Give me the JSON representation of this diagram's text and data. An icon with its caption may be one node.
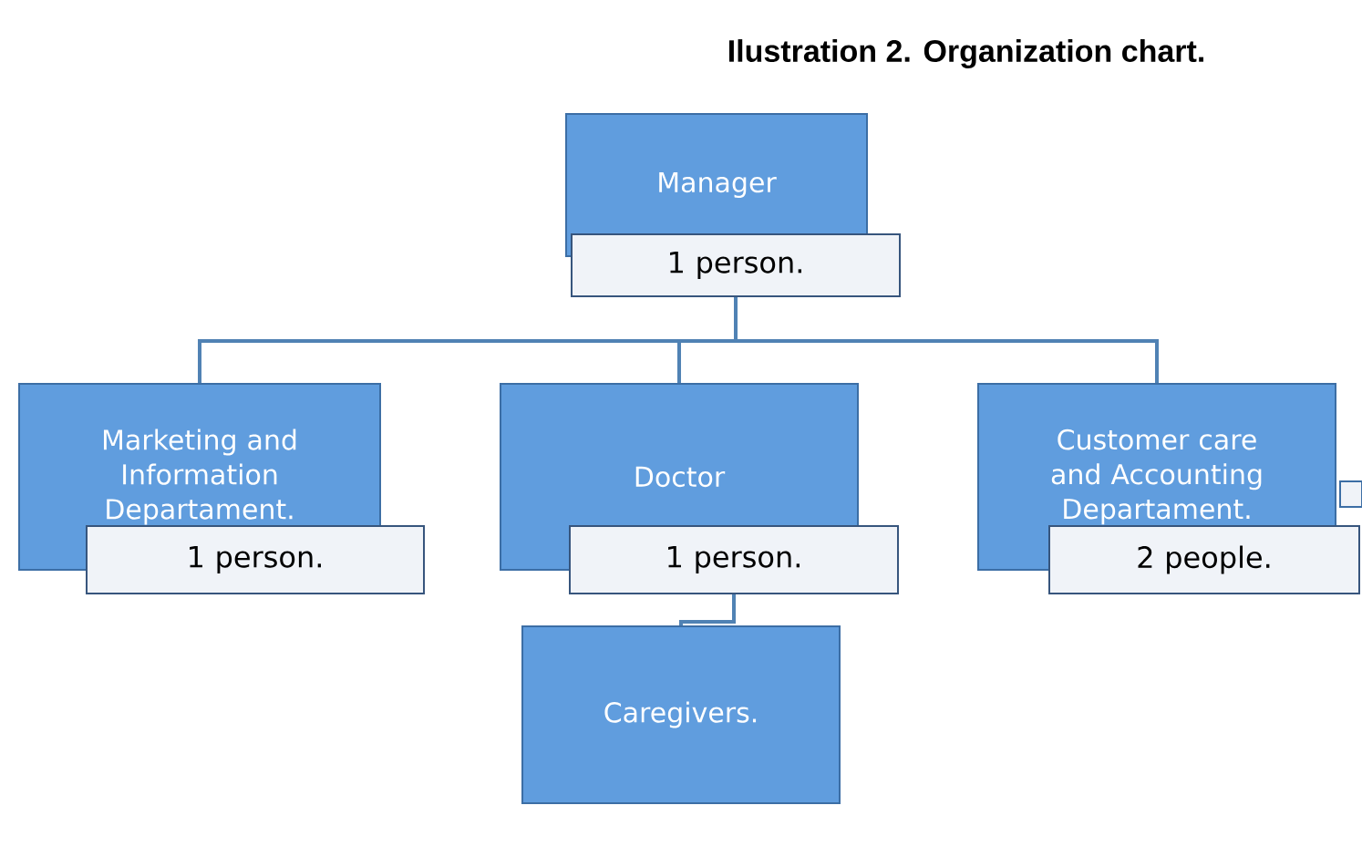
{
  "diagram": {
    "title": "Ilustration 2. Organization chart.",
    "nodes": [
      {
        "text": [
          "Manager"
        ]
      },
      {
        "text": [
          "1 person."
        ]
      },
      {
        "text": [
          "Marketing and Information Departament."
        ]
      },
      {
        "text": [
          "1 person."
        ]
      },
      {
        "text": [
          "Doctor"
        ]
      },
      {
        "text": [
          "1 person."
        ]
      },
      {
        "text": [
          "Customer care and Accounting Departament."
        ]
      },
      {
        "text": [
          "2 people."
        ]
      },
      {
        "text": [
          "Caregivers."
        ]
      }
    ],
    "edges": [
      {
        "from": 1,
        "to": 2,
        "arrow": "none"
      },
      {
        "from": 1,
        "to": 4,
        "arrow": "none"
      },
      {
        "from": 1,
        "to": 6,
        "arrow": "none"
      },
      {
        "from": 5,
        "to": 8,
        "arrow": "none"
      }
    ]
  }
}
